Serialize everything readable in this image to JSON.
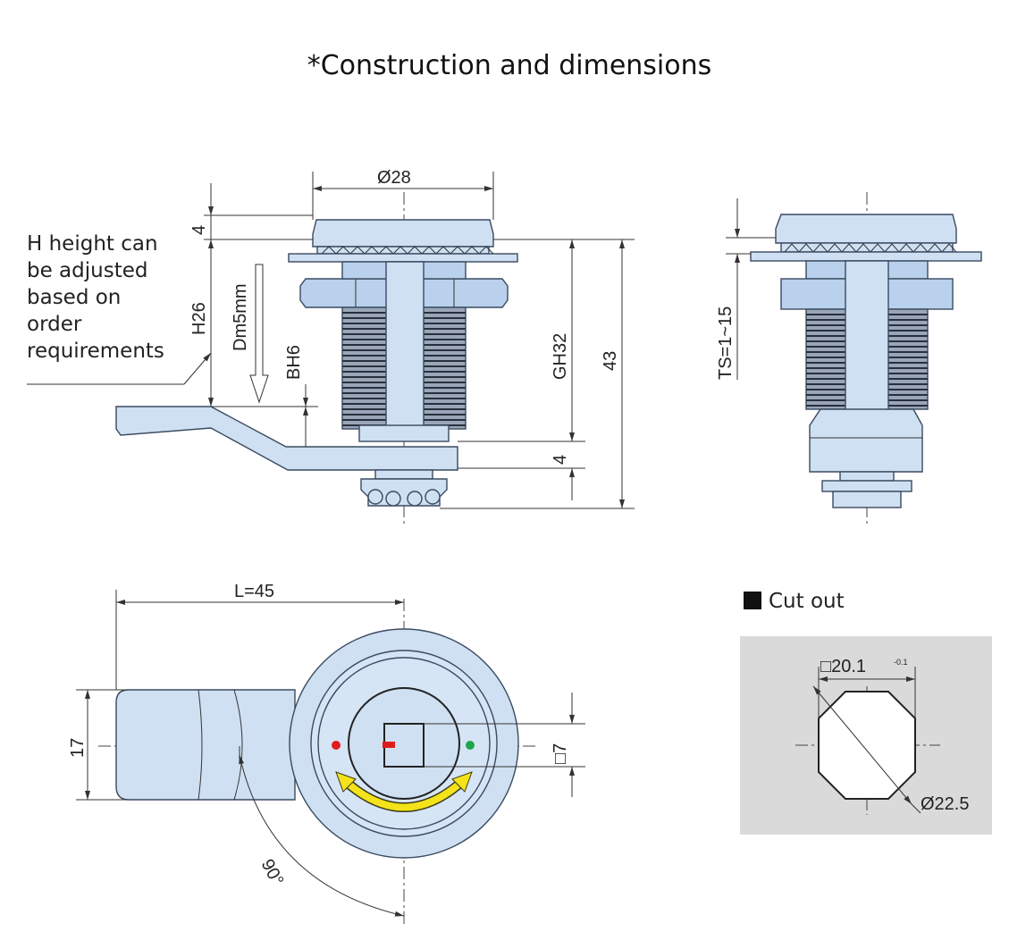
{
  "title": "*Construction and dimensions",
  "note": {
    "line1": "H height can",
    "line2": "be adjusted",
    "line3": "based on",
    "line4": "order",
    "line5": "requirements"
  },
  "dims": {
    "diameter_28": "Ø28",
    "top_4": "4",
    "h26": "H26",
    "dm5mm": "Dm5mm",
    "bh6": "BH6",
    "gh32": "GH32",
    "total_43": "43",
    "lower_4": "4",
    "ts": "TS=1~15",
    "l45": "L=45",
    "w17": "17",
    "sq7": "□7",
    "angle90": "90°",
    "cut_sq": "□20.1",
    "cut_tol": "-0.1",
    "cut_dia": "Ø22.5"
  },
  "cutout": {
    "label": "Cut out"
  },
  "colors": {
    "metal": "#cfe0f3",
    "arrow": "#f4e21a",
    "dot_red": "#e21b1b",
    "dot_green": "#1fa64a",
    "cutout_bg": "#dadada"
  }
}
